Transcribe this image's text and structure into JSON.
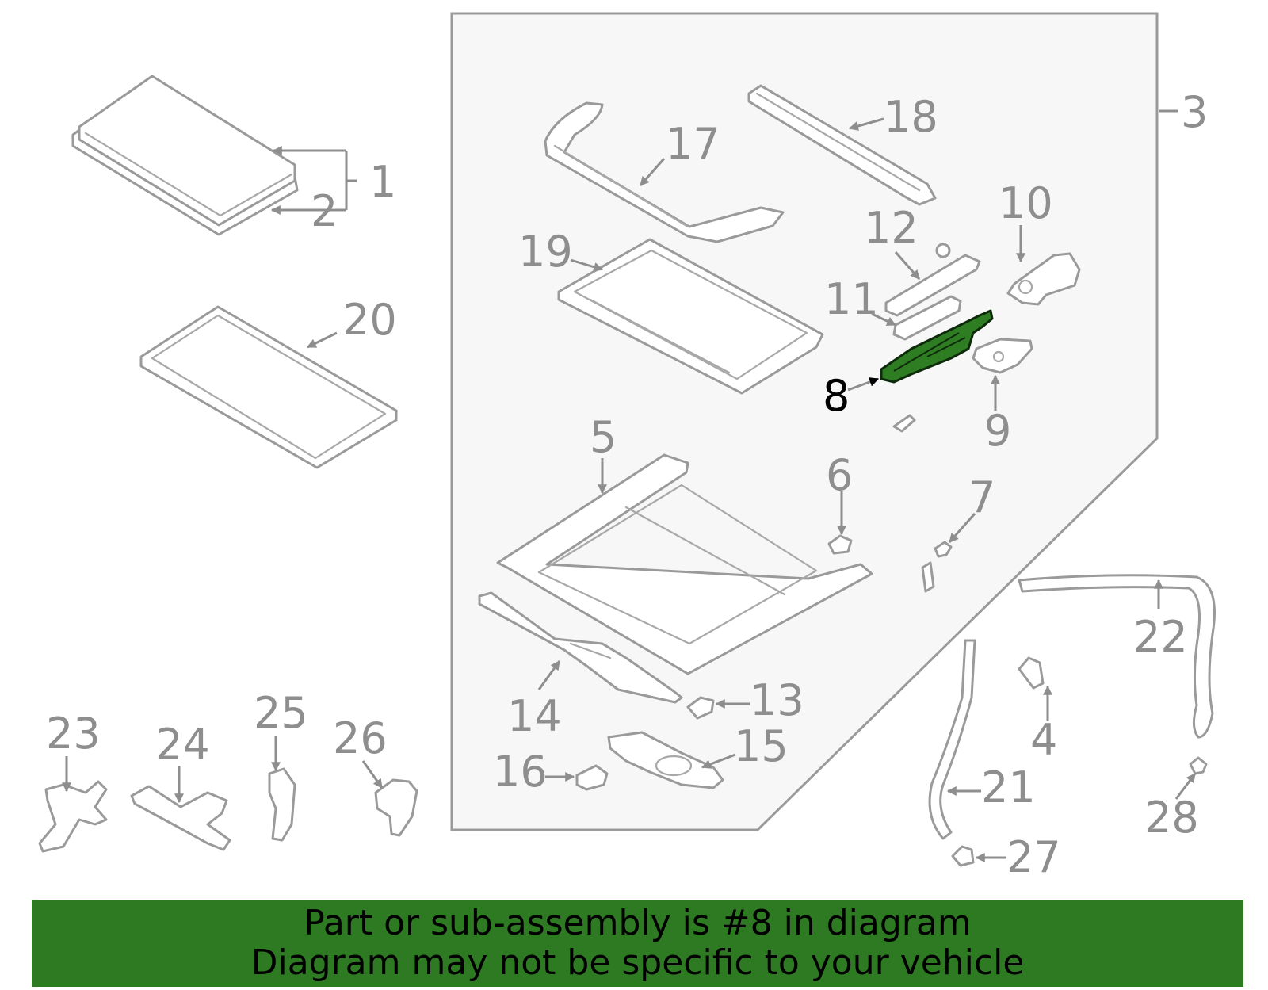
{
  "highlight_color": "#2e7a22",
  "callouts": {
    "c1": "1",
    "c2": "2",
    "c3": "3",
    "c4": "4",
    "c5": "5",
    "c6": "6",
    "c7": "7",
    "c8": "8",
    "c9": "9",
    "c10": "10",
    "c11": "11",
    "c12": "12",
    "c13": "13",
    "c14": "14",
    "c15": "15",
    "c16": "16",
    "c17": "17",
    "c18": "18",
    "c19": "19",
    "c20": "20",
    "c21": "21",
    "c22": "22",
    "c23": "23",
    "c24": "24",
    "c25": "25",
    "c26": "26",
    "c27": "27",
    "c28": "28"
  },
  "highlighted_part": "8",
  "banner": {
    "line1": "Part or sub-assembly is #8 in diagram",
    "line2": "Diagram may not be specific to your vehicle"
  }
}
